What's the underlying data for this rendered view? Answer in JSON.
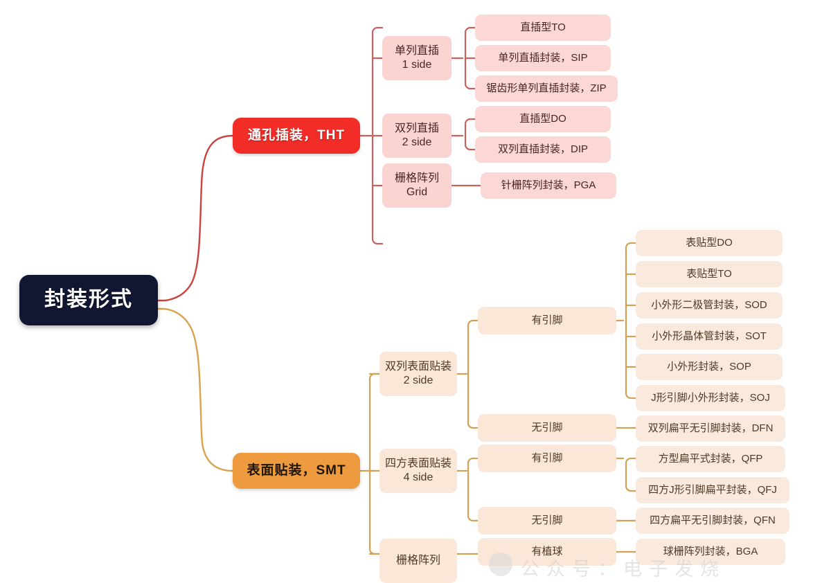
{
  "diagram": {
    "title": "封装形式",
    "type": "mindmap",
    "colors": {
      "root_bg": "#111733",
      "root_text": "#ffffff",
      "tht_bg": "#f22d27",
      "tht_text": "#ffffff",
      "tht_branch_line": "#c94a46",
      "tht_node_bg": "#fbd7d6",
      "smt_bg": "#ee9a3f",
      "smt_text": "#1d1505",
      "smt_branch_line": "#d2a154",
      "smt_node_bg": "#faeade",
      "page_bg": "#ffffff"
    }
  },
  "root": {
    "label": "封装形式"
  },
  "branches": {
    "tht": {
      "label": "通孔插装，THT",
      "children": [
        {
          "label": "单列直插\n1 side",
          "leaves": [
            {
              "label": "直插型TO"
            },
            {
              "label": "单列直插封装，SIP"
            },
            {
              "label": "锯齿形单列直插封装，ZIP"
            }
          ]
        },
        {
          "label": "双列直插\n2 side",
          "leaves": [
            {
              "label": "直插型DO"
            },
            {
              "label": "双列直插封装，DIP"
            }
          ]
        },
        {
          "label": "栅格阵列\nGrid",
          "leaves": [
            {
              "label": "针栅阵列封装，PGA"
            }
          ]
        }
      ]
    },
    "smt": {
      "label": "表面贴装，SMT",
      "children": [
        {
          "label": "双列表面贴装\n2 side",
          "groups": [
            {
              "label": "有引脚",
              "leaves": [
                {
                  "label": "表贴型DO"
                },
                {
                  "label": "表贴型TO"
                },
                {
                  "label": "小外形二极管封装，SOD"
                },
                {
                  "label": "小外形晶体管封装，SOT"
                },
                {
                  "label": "小外形封装，SOP"
                },
                {
                  "label": "J形引脚小外形封装，SOJ"
                }
              ]
            },
            {
              "label": "无引脚",
              "leaves": [
                {
                  "label": "双列扁平无引脚封装，DFN"
                }
              ]
            }
          ]
        },
        {
          "label": "四方表面贴装\n4 side",
          "groups": [
            {
              "label": "有引脚",
              "leaves": [
                {
                  "label": "方型扁平式封装，QFP"
                },
                {
                  "label": "四方J形引脚扁平封装，QFJ"
                }
              ]
            },
            {
              "label": "无引脚",
              "leaves": [
                {
                  "label": "四方扁平无引脚封装，QFN"
                }
              ]
            }
          ]
        },
        {
          "label": "栅格阵列",
          "groups": [
            {
              "label": "有植球",
              "leaves": [
                {
                  "label": "球栅阵列封装，BGA"
                }
              ]
            }
          ]
        }
      ]
    }
  },
  "watermark": {
    "text": "公众号：电子发烧"
  }
}
